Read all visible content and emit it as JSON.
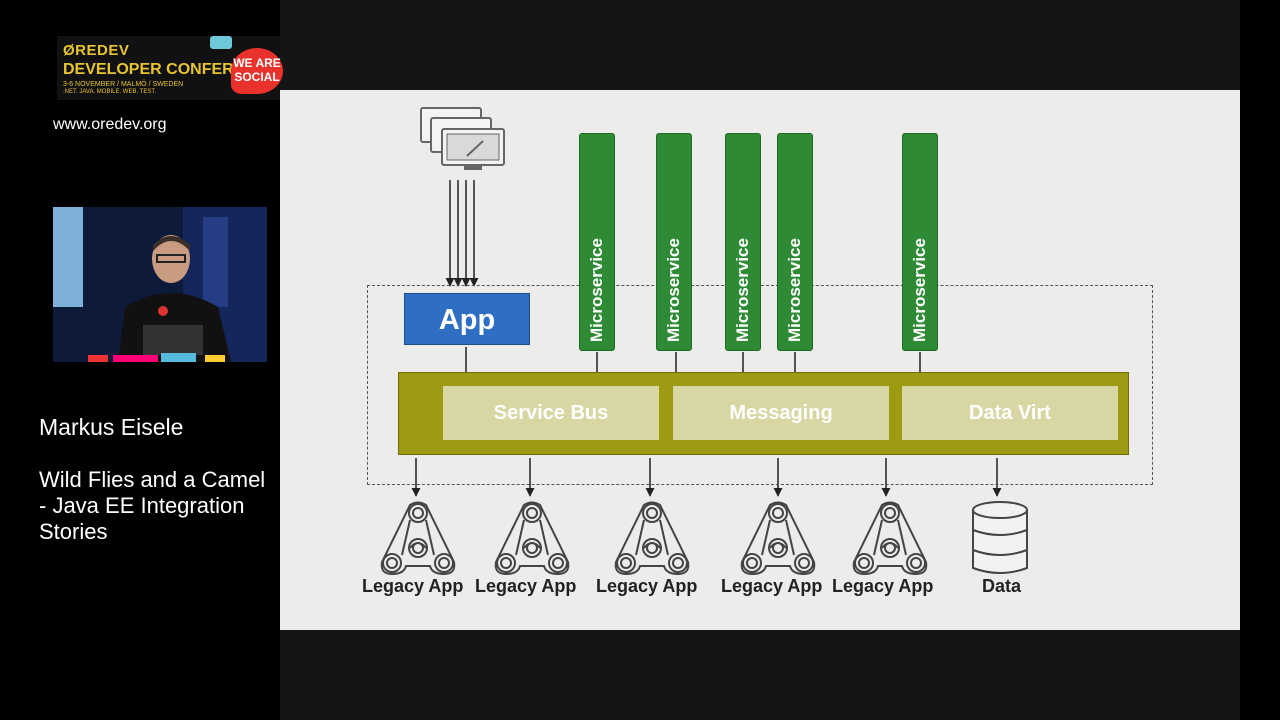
{
  "sidebar": {
    "logo": {
      "brand": "ØREDEV",
      "conference": "DEVELOPER CONFERENCE",
      "dates": "3-6 NOVEMBER / MALMÖ / SWEDEN",
      "topics": ".NET. JAVA. MOBILE. WEB. TEST.",
      "social": "WE ARE SOCIAL"
    },
    "website": "www.oredev.org",
    "speaker_name": "Markus Eisele",
    "talk_title": "Wild Flies and a Camel - Java EE Integration Stories"
  },
  "slide": {
    "app_label": "App",
    "microservices": [
      "Microservice",
      "Microservice",
      "Microservice",
      "Microservice",
      "Microservice"
    ],
    "bus_segments": [
      "Service Bus",
      "Messaging",
      "Data Virt"
    ],
    "legacy_apps": [
      "Legacy App",
      "Legacy App",
      "Legacy App",
      "Legacy App",
      "Legacy App"
    ],
    "data_label": "Data",
    "icons": [
      "monitors-icon",
      "legacy-app-icon",
      "database-icon"
    ],
    "colors": {
      "microservice": "#2f8a35",
      "app": "#2e6fc4",
      "bus": "#9c9b12",
      "segment": "#d8d6a3"
    }
  }
}
